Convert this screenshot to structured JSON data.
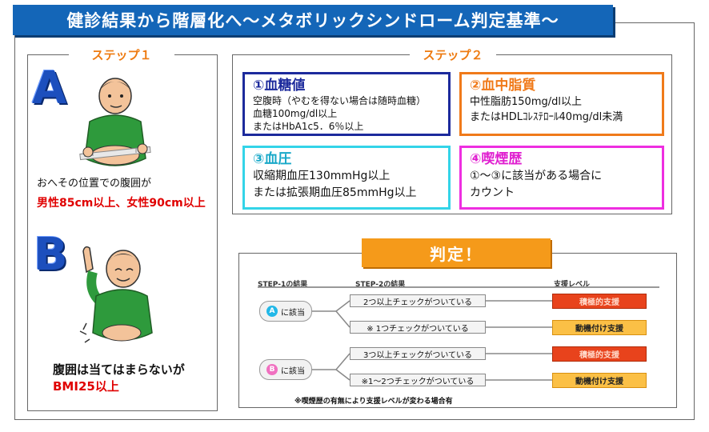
{
  "title": "健診結果から階層化へ～メタボリックシンドローム判定基準～",
  "step1": {
    "label": "ステップ１",
    "a_letter": "A",
    "a_text": "おへその位置での腹囲が",
    "a_red": "男性85cm以上、女性90cm以上",
    "b_letter": "B",
    "b_text": "腹囲は当てはまらないが",
    "b_red": "BMI25以上"
  },
  "step2": {
    "label": "ステップ２",
    "boxes": [
      {
        "title": "①血糖値",
        "lines": [
          "空腹時（やむを得ない場合は随時血糖）",
          "血糖100mg/dl以上",
          "またはHbA1c5．6％以上"
        ]
      },
      {
        "title": "②血中脂質",
        "lines": [
          "中性脂肪150mg/dl以上",
          "またはHDLｺﾚｽﾃﾛｰﾙ40mg/dl未満"
        ]
      },
      {
        "title": "③血圧",
        "lines": [
          "収縮期血圧130mmHg以上",
          "または拡張期血圧85mmHg以上"
        ]
      },
      {
        "title": "④喫煙歴",
        "lines": [
          "①～③に該当がある場合に",
          "カウント"
        ]
      }
    ],
    "colors": {
      "box1": "#1c2a9c",
      "box2": "#f07a1a",
      "box3": "#33d4e8",
      "box4": "#ee2ee0"
    }
  },
  "judge": {
    "title": "判定！",
    "headers": [
      "STEP-1の結果",
      "STEP-2の結果",
      "支援レベル"
    ],
    "a_pill": {
      "letter": "A",
      "text": "に該当"
    },
    "b_pill": {
      "letter": "B",
      "text": "に該当"
    },
    "rows": [
      {
        "check": "2つ以上チェックがついている",
        "level": "積極的支援",
        "type": "red"
      },
      {
        "check": "※ 1つチェックがついている",
        "level": "動機付け支援",
        "type": "orange"
      },
      {
        "check": "3つ以上チェックがついている",
        "level": "積極的支援",
        "type": "red"
      },
      {
        "check": "※1～2つチェックがついている",
        "level": "動機付け支援",
        "type": "orange"
      }
    ],
    "note": "※喫煙歴の有無により支援レベルが変わる場合有"
  },
  "colors": {
    "title_bg": "#1466b8",
    "step_label": "#ee7a10",
    "judge_bg": "#f59a1a",
    "red": "#e00000"
  }
}
